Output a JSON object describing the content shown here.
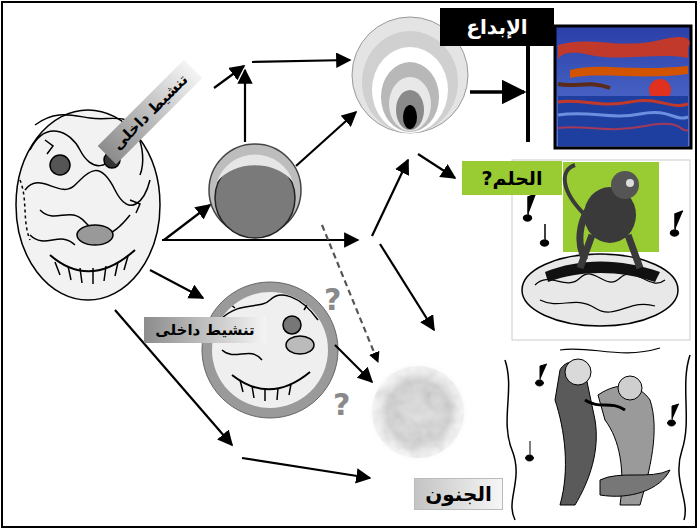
{
  "diagram": {
    "nodes": [
      {
        "text": [
          "الإبداع"
        ]
      },
      {
        "text": [
          "تنشيط داخلى"
        ]
      },
      {
        "text": [
          "الحلم?"
        ]
      },
      {
        "text": [
          "تنشيط داخلى"
        ]
      },
      {
        "text": [
          "الجنون"
        ]
      }
    ],
    "labels": [
      "?",
      "?"
    ]
  }
}
